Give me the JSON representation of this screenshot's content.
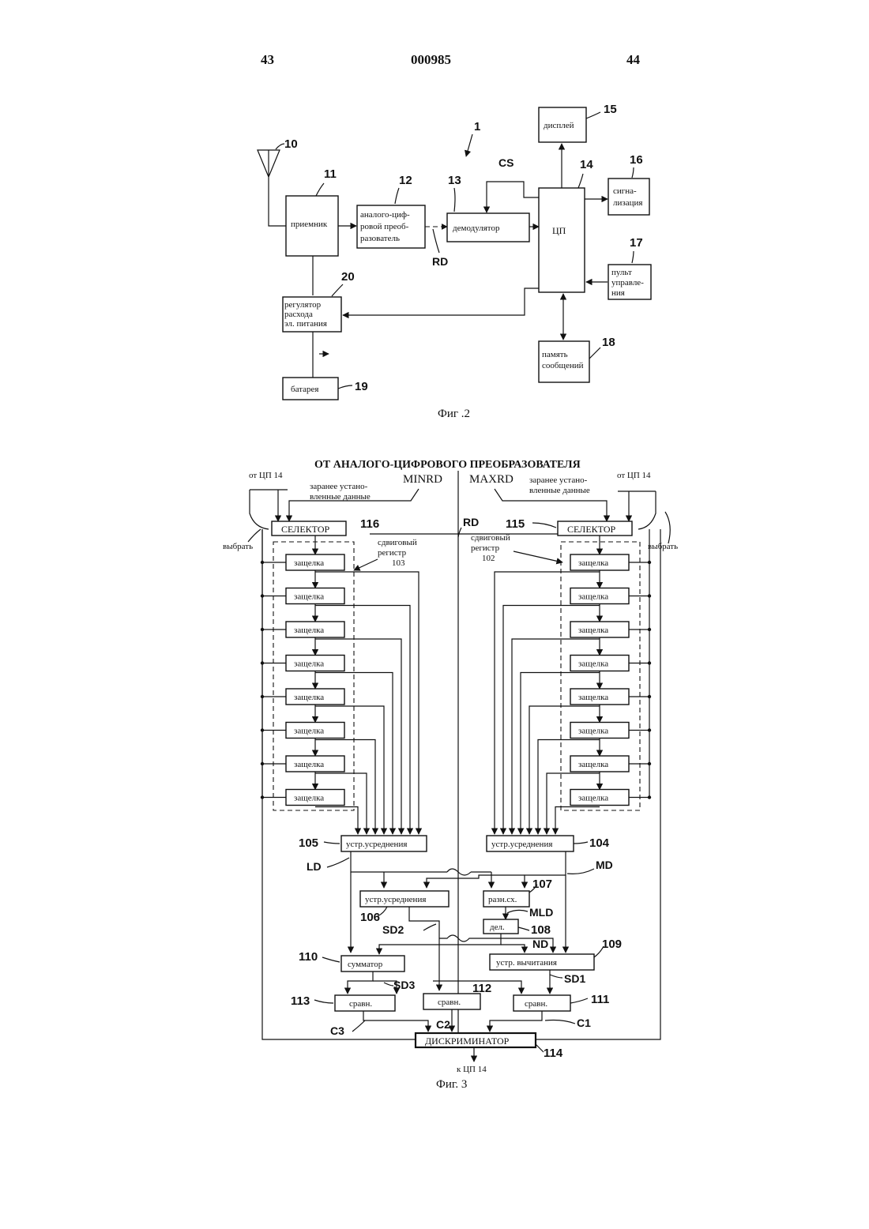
{
  "header": {
    "page_left": "43",
    "doc_number": "000985",
    "page_right": "44"
  },
  "fig2": {
    "caption": "Фиг .2",
    "system_number": "1",
    "signal_cs": "CS",
    "signal_rd": "RD",
    "blocks": {
      "antenna": {
        "num": "10"
      },
      "receiver": {
        "num": "11",
        "lines": [
          "приемник"
        ]
      },
      "adc": {
        "num": "12",
        "lines": [
          "аналого-циф-",
          "ровой преоб-",
          "разователь"
        ]
      },
      "demodulator": {
        "num": "13",
        "lines": [
          "демодулятор"
        ]
      },
      "cpu": {
        "num": "14",
        "lines": [
          "ЦП"
        ]
      },
      "display": {
        "num": "15",
        "lines": [
          "дисплей"
        ]
      },
      "signaling": {
        "num": "16",
        "lines": [
          "сигна-",
          "лизация"
        ]
      },
      "control_panel": {
        "num": "17",
        "lines": [
          "пульт",
          "управле-",
          "ния"
        ]
      },
      "message_memory": {
        "num": "18",
        "lines": [
          "память",
          "сообщений"
        ]
      },
      "battery": {
        "num": "19",
        "lines": [
          "батарея"
        ]
      },
      "power_regulator": {
        "num": "20",
        "lines": [
          "регулятор",
          "расхода",
          "эл. питания"
        ]
      }
    }
  },
  "fig3": {
    "caption": "Фиг. 3",
    "title": "ОТ АНАЛОГО-ЦИФРОВОГО ПРЕОБРАЗОВАТЕЛЯ",
    "minrd": "MINRD",
    "maxrd": "MAXRD",
    "rd": "RD",
    "from_cpu_left": "от ЦП 14",
    "from_cpu_right": "от ЦП 14",
    "preset_left": [
      "заранее устано-",
      "вленные данные"
    ],
    "preset_right": [
      "заранее устано-",
      "вленные данные"
    ],
    "select_left": "выбрать",
    "select_right": "выбрать",
    "selector_label": "СЕЛЕКТОР",
    "selector_left_num": "116",
    "selector_right_num": "115",
    "shift_left": [
      "сдвиговый",
      "регистр",
      "103"
    ],
    "shift_right": [
      "сдвиговый",
      "регистр",
      "102"
    ],
    "latch_label": "защелка",
    "latch_count": 8,
    "avg_label": "устр.усреднения",
    "avg_left_num": "105",
    "avg_right_num": "104",
    "avg_mid_num": "106",
    "ld": "LD",
    "md": "MD",
    "diff_label": "разн.сх.",
    "diff_num": "107",
    "mld": "MLD",
    "div_label": "дел.",
    "div_num": "108",
    "nd": "ND",
    "sd2": "SD2",
    "adder_label": "сумматор",
    "adder_num": "110",
    "sub_label": "устр. вычитания",
    "sub_num": "109",
    "sd1": "SD1",
    "sd3": "SD3",
    "cmp_label": "сравн.",
    "cmp_left_num": "113",
    "cmp_mid_num": "112",
    "cmp_right_num": "111",
    "c1": "C1",
    "c2": "C2",
    "c3": "C3",
    "disc_label": "ДИСКРИМИНАТОР",
    "disc_num": "114",
    "to_cpu": "к ЦП 14"
  }
}
